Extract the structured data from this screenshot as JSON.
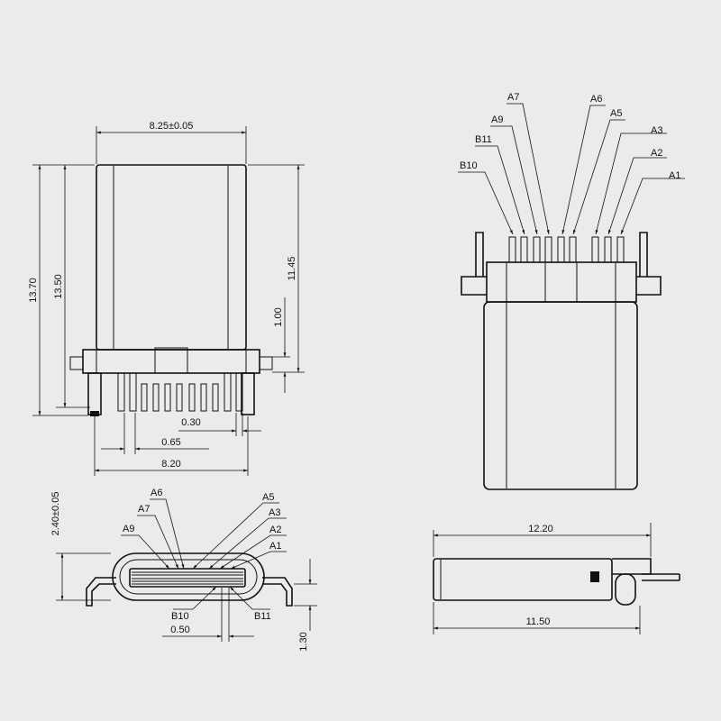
{
  "top_view": {
    "width_top": "8.25±0.05",
    "height_total": "13.70",
    "height_body": "13.50",
    "height_shell": "11.45",
    "tab_height": "1.00",
    "pin_width": "0.30",
    "pin_pitch": "0.65",
    "width_bottom": "8.20"
  },
  "rear_view": {
    "pin_labels": [
      "A7",
      "A6",
      "A9",
      "A5",
      "B11",
      "A3",
      "B10",
      "A2",
      "A1"
    ]
  },
  "front_view": {
    "height": "2.40±0.05",
    "pin_labels_top": [
      "A6",
      "A5",
      "A7",
      "A3",
      "A9",
      "A2",
      "A1"
    ],
    "pin_labels_bottom": [
      "B10",
      "B11"
    ],
    "pitch": "0.50",
    "depth": "1.30"
  },
  "side_view": {
    "length_total": "12.20",
    "length_shell": "11.50"
  }
}
